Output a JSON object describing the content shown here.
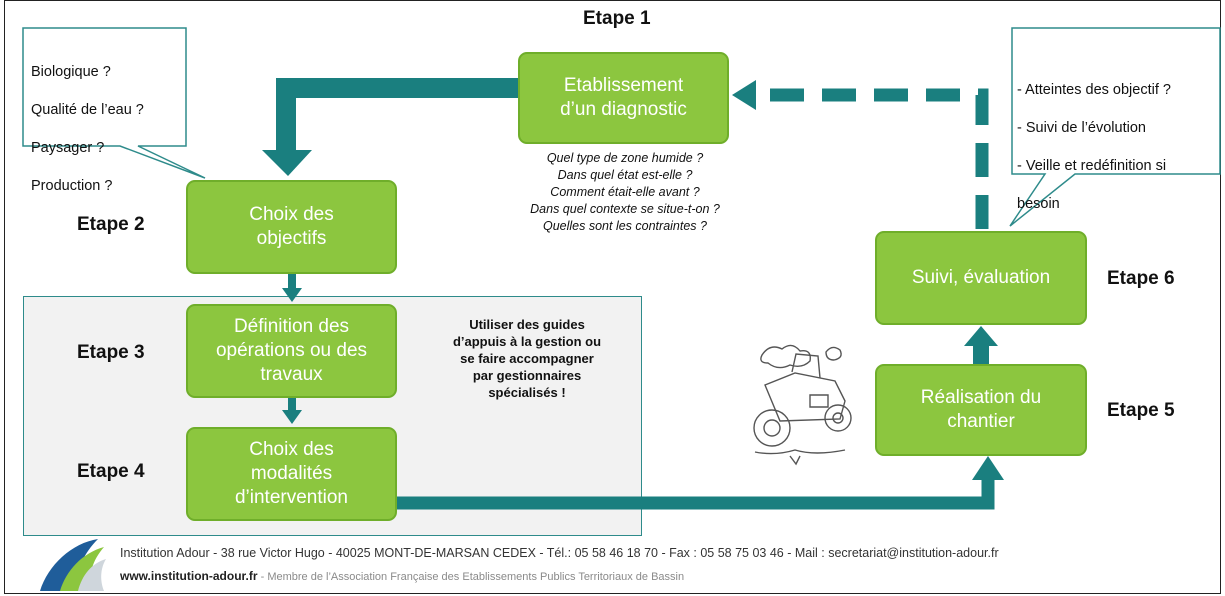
{
  "steps": {
    "e1": "Etape 1",
    "e2": "Etape 2",
    "e3": "Etape 3",
    "e4": "Etape 4",
    "e5": "Etape 5",
    "e6": "Etape 6"
  },
  "boxes": {
    "diagnostic": [
      "Etablissement",
      "d’un diagnostic"
    ],
    "objectifs": [
      "Choix des",
      "objectifs"
    ],
    "operations": [
      "Définition des",
      "opérations ou des",
      "travaux"
    ],
    "modalites": [
      "Choix des",
      "modalités",
      "d’intervention"
    ],
    "chantier": [
      "Réalisation du",
      "chantier"
    ],
    "suivi": [
      "Suivi, évaluation"
    ]
  },
  "left_callout": [
    "Biologique ?",
    "Qualité de l’eau ?",
    "Paysager ?",
    "Production ?"
  ],
  "right_callout": [
    "- Atteintes des objectif ?",
    "- Suivi de l’évolution",
    "- Veille et redéfinition si",
    "besoin"
  ],
  "questions": [
    "Quel type de zone humide ?",
    "Dans quel état est-elle ?",
    "Comment était-elle avant ?",
    "Dans quel contexte se situe-t-on ?",
    "Quelles sont les contraintes ?"
  ],
  "advice": [
    "Utiliser des guides",
    "d’appuis à la gestion ou",
    "se faire accompagner",
    "par gestionnaires",
    "spécialisés !"
  ],
  "footer": {
    "line1": "Institution Adour - 38 rue Victor Hugo - 40025 MONT-DE-MARSAN CEDEX - Tél.: 05 58 46 18 70 - Fax : 05 58 75 03 46 - Mail : secretariat@institution-adour.fr",
    "site": "www.institution-adour.fr",
    "member": " - Membre de l’Association Française des Etablissements Publics Territoriaux de Bassin"
  },
  "colors": {
    "box_green": "#8cc63f",
    "arrow_teal": "#1a7f7f"
  },
  "illustration": "tractor-sketch"
}
